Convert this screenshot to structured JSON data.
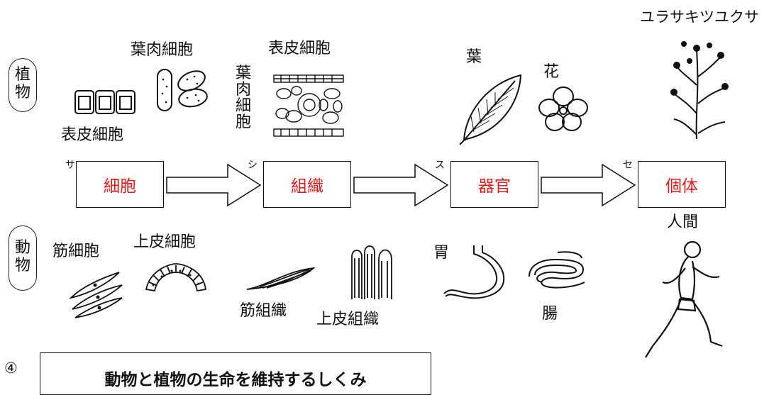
{
  "species_label": "ユラサキツユクサ",
  "kingdoms": {
    "plant": "植物",
    "animal": "動物"
  },
  "plant_labels": {
    "mesophyll_cell": "葉肉細胞",
    "epidermal_cell_top": "表皮細胞",
    "epidermal_cell": "表皮細胞",
    "mesophyll_vertical": "葉肉細胞",
    "leaf": "葉",
    "flower": "花"
  },
  "stages": [
    {
      "kana": "サ",
      "label": "細胞"
    },
    {
      "kana": "シ",
      "label": "組織"
    },
    {
      "kana": "ス",
      "label": "器官"
    },
    {
      "kana": "セ",
      "label": "個体"
    }
  ],
  "animal_labels": {
    "muscle_cell": "筋細胞",
    "epithelial_cell": "上皮細胞",
    "muscle_tissue": "筋組織",
    "epithelial_tissue": "上皮組織",
    "stomach": "胃",
    "intestine": "腸",
    "human": "人間"
  },
  "footer": {
    "number": "④",
    "title": "動物と植物の生命を維持するしくみ"
  },
  "colors": {
    "stage_text": "#e21b1b",
    "outline": "#111111"
  }
}
